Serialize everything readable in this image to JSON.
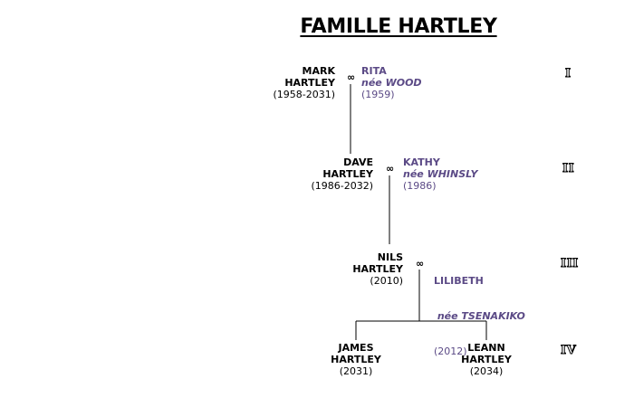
{
  "title": "FAMILLE HARTLEY",
  "colors": {
    "spouse": "#5b4a86",
    "text": "#000000",
    "line": "#000000"
  },
  "marriage_symbol": "∞",
  "generations": [
    {
      "numeral": "I",
      "person": {
        "first": "MARK",
        "last": "HARTLEY",
        "years": "(1958-2031)"
      },
      "spouse": {
        "first": "RITA",
        "nee": "née WOOD",
        "years": "(1959)"
      }
    },
    {
      "numeral": "II",
      "person": {
        "first": "DAVE",
        "last": "HARTLEY",
        "years": "(1986-2032)"
      },
      "spouse": {
        "first": "KATHY",
        "nee": "née WHINSLY",
        "years": "(1986)"
      }
    },
    {
      "numeral": "III",
      "person": {
        "first": "NILS",
        "last": "HARTLEY",
        "years": "(2010)"
      },
      "spouse": {
        "first": "LILIBETH",
        "nee": " née TSENAKIKO",
        "years": "(2012)"
      }
    }
  ],
  "children": {
    "numeral": "IV",
    "items": [
      {
        "first": "JAMES",
        "last": "HARTLEY",
        "years": "(2031)"
      },
      {
        "first": "LEANN",
        "last": "HARTLEY",
        "years": "(2034)"
      }
    ]
  }
}
